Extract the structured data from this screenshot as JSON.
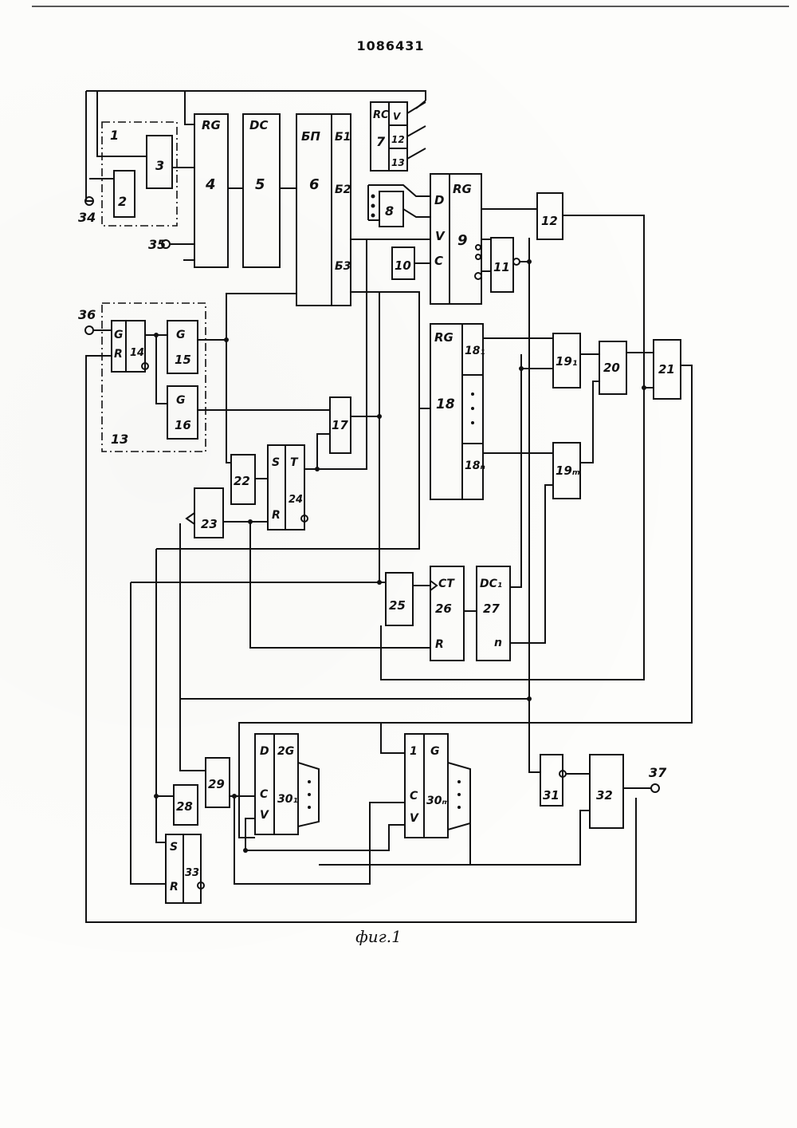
{
  "document": {
    "number": "1086431",
    "caption": "фиг.1"
  },
  "labels": {
    "b1": "1",
    "b2": "2",
    "b3": "3",
    "b4_tag": "RG",
    "b4": "4",
    "b5_tag": "DC",
    "b5": "5",
    "b6_tag": "БП",
    "b6": "6",
    "b6_o1": "Б1",
    "b6_o2": "Б2",
    "b6_o3": "Б3",
    "b7_tag": "RC",
    "b7": "7",
    "b7_o1": "V",
    "b7_o2": "12",
    "b7_o3": "13",
    "b8": "8",
    "b9_d": "D",
    "b9_v": "V",
    "b9_c": "C",
    "b9_tag": "RG",
    "b9": "9",
    "b10": "10",
    "b11": "11",
    "b12": "12",
    "b13": "13",
    "b14_g": "G",
    "b14_r": "R",
    "b14": "14",
    "b15_g": "G",
    "b15": "15",
    "b16_g": "G",
    "b16": "16",
    "b17": "17",
    "b18_tag": "RG",
    "b18": "18",
    "b18_1": "18₁",
    "b18_n": "18ₙ",
    "b19_1": "19₁",
    "b19_m": "19ₘ",
    "b20": "20",
    "b21": "21",
    "b22": "22",
    "b23": "23",
    "b24_s": "S",
    "b24_t": "T",
    "b24_r": "R",
    "b24": "24",
    "b25": "25",
    "b26_tag": "CT",
    "b26": "26",
    "b26_r": "R",
    "b27_tag": "DC₁",
    "b27": "27",
    "b27_n": "n",
    "b28": "28",
    "b29": "29",
    "b30_d": "D",
    "b30_tag": "2G",
    "b30_c": "C",
    "b30_v": "V",
    "b30_1": "30₁",
    "b30m_1": "1",
    "b30m_tag": "G",
    "b30m_c": "C",
    "b30m_v": "V",
    "b30_m": "30ₘ",
    "b31": "31",
    "b32": "32",
    "b33_s": "S",
    "b33_r": "R",
    "b33": "33",
    "t34": "34",
    "t35": "35",
    "t36": "36",
    "t37": "37"
  }
}
